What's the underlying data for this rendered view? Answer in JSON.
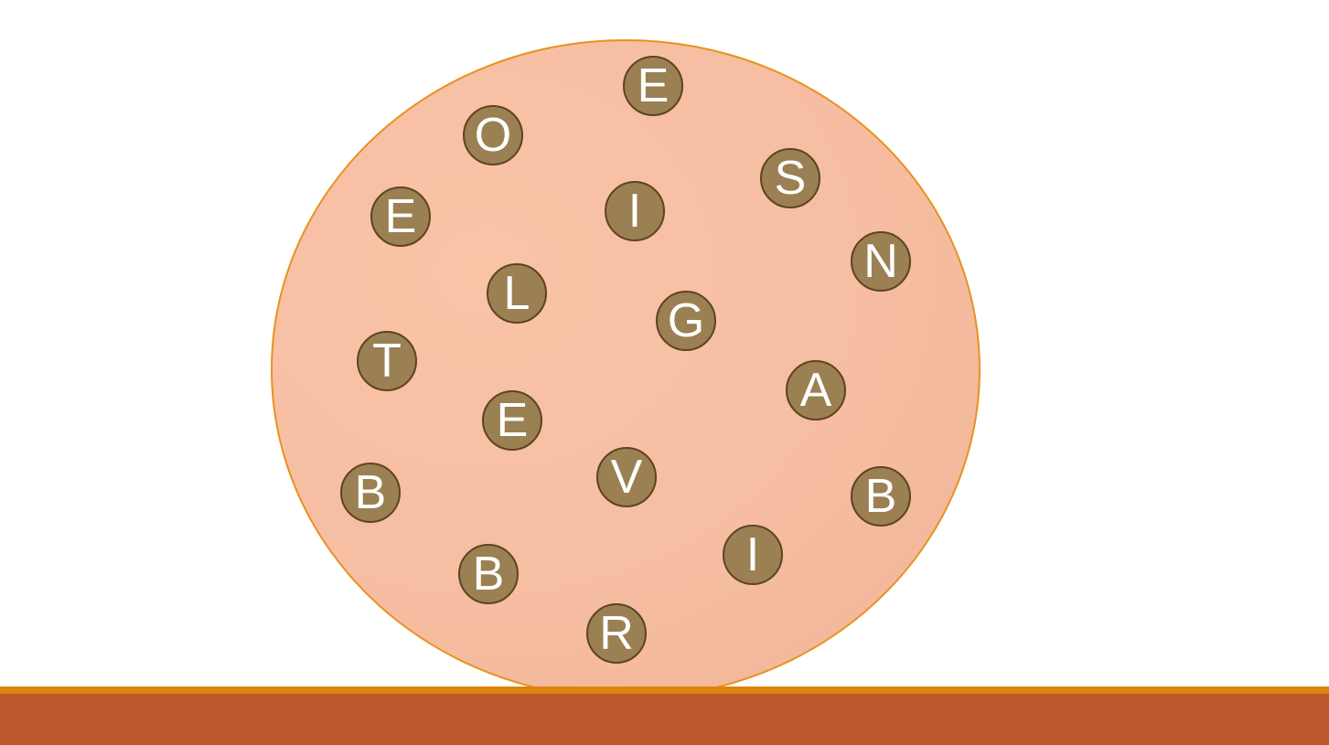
{
  "colors": {
    "background": "#ffffff",
    "circle_fill": "#F6BEA3",
    "circle_border": "#E8921E",
    "token_fill": "#9A8052",
    "token_border": "#5E4420",
    "token_text": "#ffffff",
    "floor_accent": "#E0820F",
    "floor": "#BC582B"
  },
  "letters": [
    "E",
    "O",
    "S",
    "E",
    "I",
    "N",
    "L",
    "G",
    "T",
    "A",
    "E",
    "V",
    "B",
    "B",
    "I",
    "B",
    "R"
  ]
}
